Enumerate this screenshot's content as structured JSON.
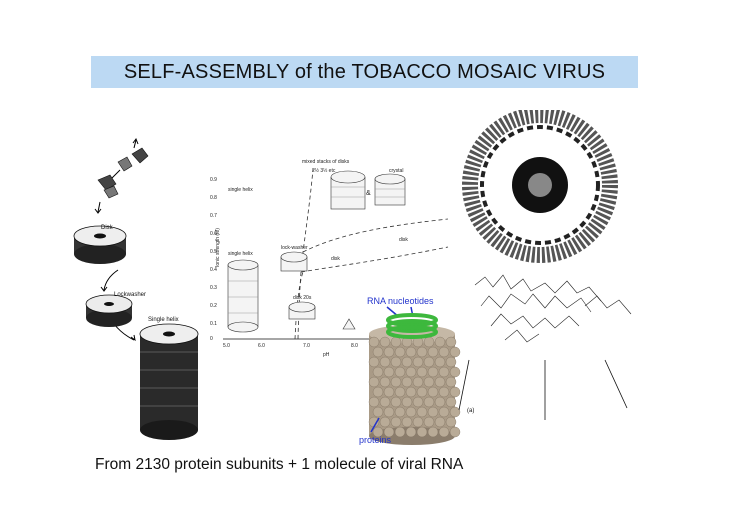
{
  "title": "SELF-ASSEMBLY of the  TOBACCO  MOSAIC  VIRUS",
  "caption": "From  2130  protein subunits + 1 molecule of viral RNA",
  "left_panel": {
    "labels": {
      "disk": "Disk",
      "lockwasher": "Lockwasher",
      "single_helix": "Single helix"
    }
  },
  "phase_diagram": {
    "top_label": "mixed stacks of disks",
    "top_sub": "2½  3½  etc",
    "crystal": "crystal",
    "ampersand": "&",
    "ylabel": "Ionic strength (M)",
    "xlabel": "pH",
    "yticks": [
      "0.9",
      "0.8",
      "0.7",
      "0.6",
      "0.5",
      "0.4",
      "0.3",
      "0.2",
      "0.1",
      "0"
    ],
    "xticks": [
      "5.0",
      "6.0",
      "7.0",
      "8.0"
    ],
    "region_single_helix_top": "single helix",
    "region_single_helix_mid": "single helix",
    "region_lock_washer": "lock-washer",
    "region_disk_a": "disk",
    "region_disk_b": "disk",
    "region_disk_20s": "disk 20s"
  },
  "model": {
    "rna_label": "RNA nucleotides",
    "proteins_label": "proteins"
  },
  "structure": {
    "panel_label": "(a)"
  },
  "colors": {
    "title_bg": "#bcd9f3",
    "annotation_blue": "#2233cc",
    "rna_green": "#3db83d",
    "protein_tan": "#a99a86"
  }
}
